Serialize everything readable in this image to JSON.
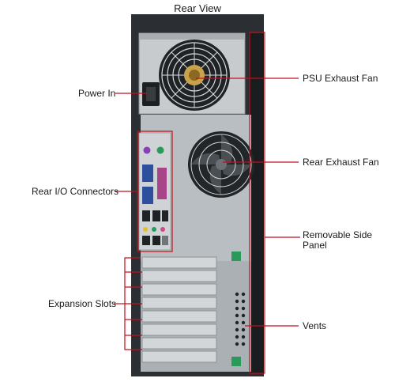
{
  "title": "Rear View",
  "labels": {
    "power_in": "Power In",
    "rear_io": "Rear I/O Connectors",
    "expansion_slots": "Expansion Slots",
    "psu_fan": "PSU Exhaust Fan",
    "rear_fan": "Rear Exhaust Fan",
    "side_panel_line1": "Removable Side",
    "side_panel_line2": "Panel",
    "vents": "Vents"
  },
  "colors": {
    "callout": "#c0101c",
    "chassis": "#2b2f33",
    "panel": "#b9bec2",
    "psu": "#c8cbcd",
    "connector_green": "#2a9a5a",
    "port_blue": "#2d4f9e",
    "port_purple": "#8a3fb6",
    "port_yellow": "#c9a928"
  }
}
